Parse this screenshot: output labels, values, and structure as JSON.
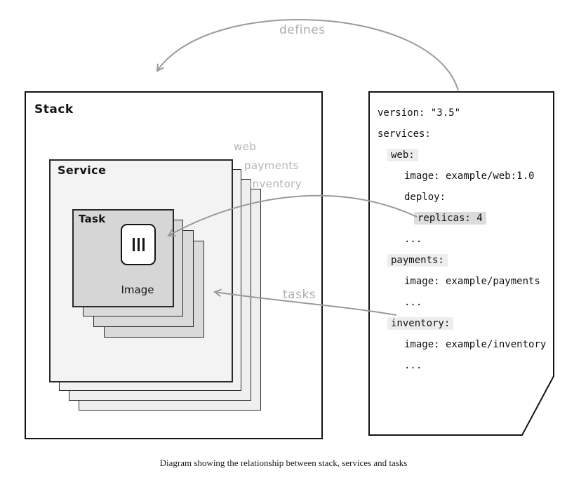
{
  "diagram": {
    "stack_label": "Stack",
    "service_label": "Service",
    "task_label": "Task",
    "image_label": "Image",
    "service_layer_labels": [
      "web",
      "payments",
      "inventory"
    ],
    "arrow_labels": {
      "defines": "defines",
      "tasks": "tasks"
    }
  },
  "compose_file": {
    "lines": [
      {
        "text": "version: \"3.5\"",
        "indent": 0,
        "highlight": null
      },
      {
        "text": "services:",
        "indent": 0,
        "highlight": null
      },
      {
        "text": "web:",
        "indent": 1,
        "highlight": "soft"
      },
      {
        "text": "image: example/web:1.0",
        "indent": 2,
        "highlight": null
      },
      {
        "text": "deploy:",
        "indent": 2,
        "highlight": null
      },
      {
        "text": "replicas: 4",
        "indent": 3,
        "highlight": "strong"
      },
      {
        "text": "...",
        "indent": 2,
        "highlight": null
      },
      {
        "text": "payments:",
        "indent": 1,
        "highlight": "soft"
      },
      {
        "text": "image: example/payments",
        "indent": 2,
        "highlight": null
      },
      {
        "text": "...",
        "indent": 2,
        "highlight": null
      },
      {
        "text": "inventory:",
        "indent": 1,
        "highlight": "soft"
      },
      {
        "text": "image: example/inventory",
        "indent": 2,
        "highlight": null
      },
      {
        "text": "...",
        "indent": 2,
        "highlight": null
      }
    ]
  },
  "caption": "Diagram showing the relationship between stack, services and tasks",
  "colors": {
    "line_black": "#141414",
    "arrow_gray": "#9a9a9a",
    "label_gray": "#b3b3b3",
    "service_fill": "#f1f1f1",
    "task_fill": "#d8d8d8",
    "highlight_soft": "#ededed",
    "highlight_strong": "#dcdcdc"
  }
}
